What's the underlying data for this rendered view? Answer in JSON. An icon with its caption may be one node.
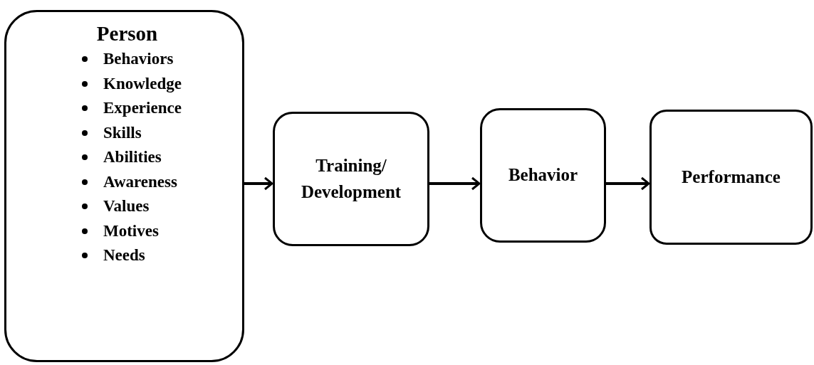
{
  "diagram": {
    "nodes": [
      {
        "text": [
          "Person",
          "Behaviors",
          "Knowledge",
          "Experience",
          "Skills",
          "Abilities",
          "Awareness",
          "Values",
          "Motives",
          "Needs"
        ]
      },
      {
        "text": [
          "Training/ Development"
        ]
      },
      {
        "text": [
          "Behavior"
        ]
      },
      {
        "text": [
          "Performance"
        ]
      }
    ],
    "edges": [
      {
        "from": 0,
        "to": 1,
        "arrow": "to"
      },
      {
        "from": 1,
        "to": 2,
        "arrow": "to"
      },
      {
        "from": 2,
        "to": 3,
        "arrow": "to"
      }
    ]
  }
}
